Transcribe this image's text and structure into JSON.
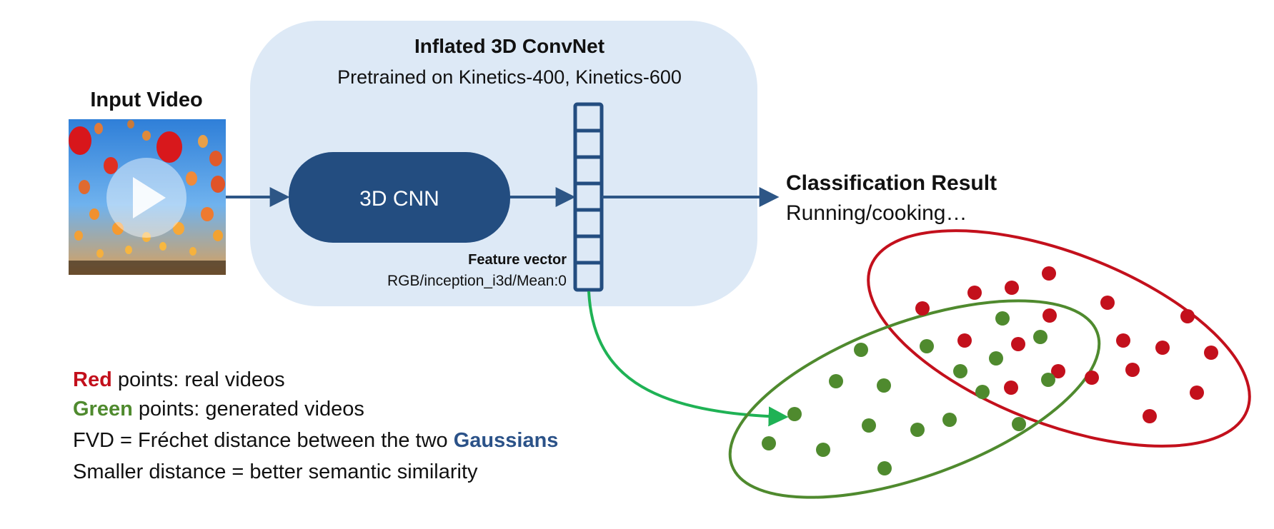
{
  "input": {
    "label": "Input Video",
    "thumbnail": "hot air lanterns photo with play-button overlay",
    "play_icon": "play-icon"
  },
  "network": {
    "title": "Inflated 3D ConvNet",
    "subtitle": "Pretrained on Kinetics-400, Kinetics-600",
    "cnn_label": "3D CNN",
    "feature_title": "Feature vector",
    "feature_tensor": "RGB/inception_i3d/Mean:0"
  },
  "output": {
    "title": "Classification Result",
    "value": "Running/cooking…"
  },
  "legend": {
    "red_word": "Red",
    "red_rest": " points: real videos",
    "green_word": "Green",
    "green_rest": " points: generated videos",
    "fvd_prefix": "FVD = Fréchet distance between the two ",
    "fvd_word": "Gaussians",
    "line4": "Smaller distance = better semantic similarity"
  },
  "colors": {
    "panel": "#dde9f6",
    "cnn_box": "#234d80",
    "arrow": "#2d5686",
    "red": "#c3101c",
    "green": "#4f8a2e",
    "curve": "#1fb255",
    "gaussians_text": "#2b5288"
  }
}
